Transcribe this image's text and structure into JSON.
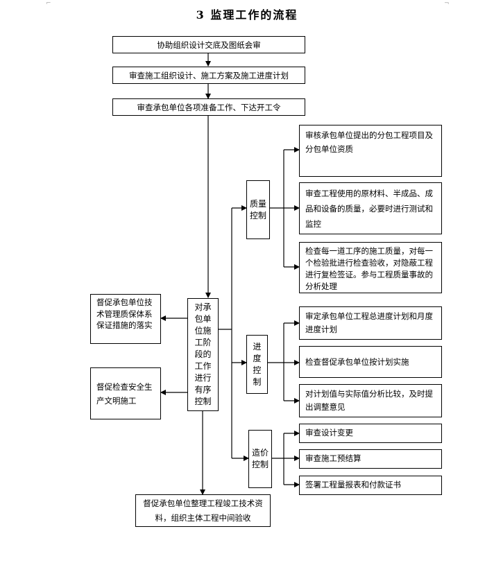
{
  "title": "3   监理工作的流程",
  "flow": {
    "step1": "协助组织设计交底及图纸会审",
    "step2": "审查施工组织设计、施工方案及施工进度计划",
    "step3": "审查承包单位各项准备工作、下达开工令",
    "center": "对承包单位施工阶段的工作进行有序控制",
    "final": "督促承包单位整理工程竣工技术资料，组织主体工程中间验收"
  },
  "left": {
    "tech": "督促承包单位技术管理质保体系保证措施的落实",
    "safety": "督促检查安全生产文明施工"
  },
  "quality": {
    "label": "质量控制",
    "items": [
      "审核承包单位提出的分包工程项目及分包单位资质",
      "审查工程使用的原材料、半成品、成品和设备的质量，必要时进行测试和监控",
      "检查每一道工序的施工质量，对每一个检验批进行检查验收，对隐蔽工程进行复检签证。参与工程质量事故的分析处理"
    ]
  },
  "progress": {
    "label": "进度控制",
    "items": [
      "审定承包单位工程总进度计划和月度进度计划",
      "检查督促承包单位按计划实施",
      "对计划值与实际值分析比较，及时提出调整意见"
    ]
  },
  "cost": {
    "label": "造价控制",
    "items": [
      "审查设计变更",
      "审查施工预结算",
      "签署工程量报表和付款证书"
    ]
  }
}
